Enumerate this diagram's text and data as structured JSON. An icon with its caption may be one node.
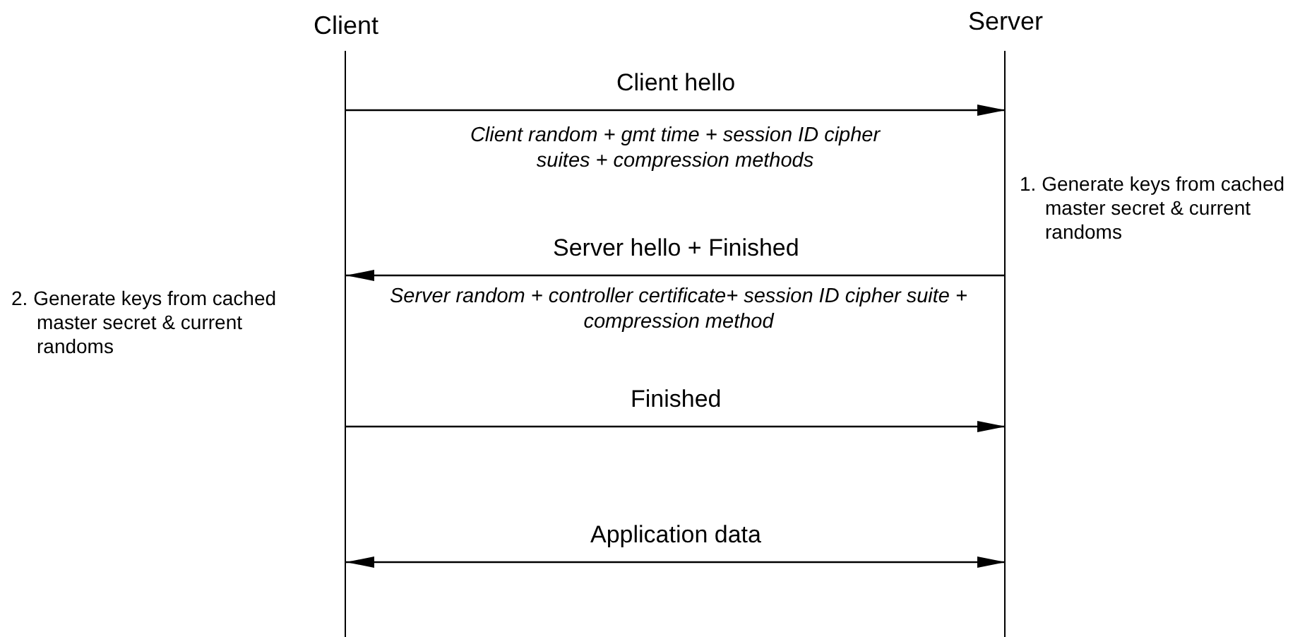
{
  "diagram": {
    "nodes": [
      {
        "text": [
          "Client"
        ]
      },
      {
        "text": [
          "Server"
        ]
      }
    ],
    "edges": [
      {
        "from": 0,
        "to": 1,
        "arrow": "to",
        "label": "Client hello"
      },
      {
        "from": 1,
        "to": 0,
        "arrow": "to",
        "label": "Server hello + Finished"
      },
      {
        "from": 0,
        "to": 1,
        "arrow": "to",
        "label": "Finished"
      },
      {
        "from": 0,
        "to": 1,
        "arrow": "both",
        "label": "Application data"
      }
    ],
    "labels": [
      "Client random + gmt time + session ID cipher suites + compression methods",
      "1. Generate keys from cached master secret & current randoms",
      "Server random + controller certificate+ session ID cipher suite + compression method",
      "2. Generate keys from cached master secret & current randoms"
    ]
  }
}
